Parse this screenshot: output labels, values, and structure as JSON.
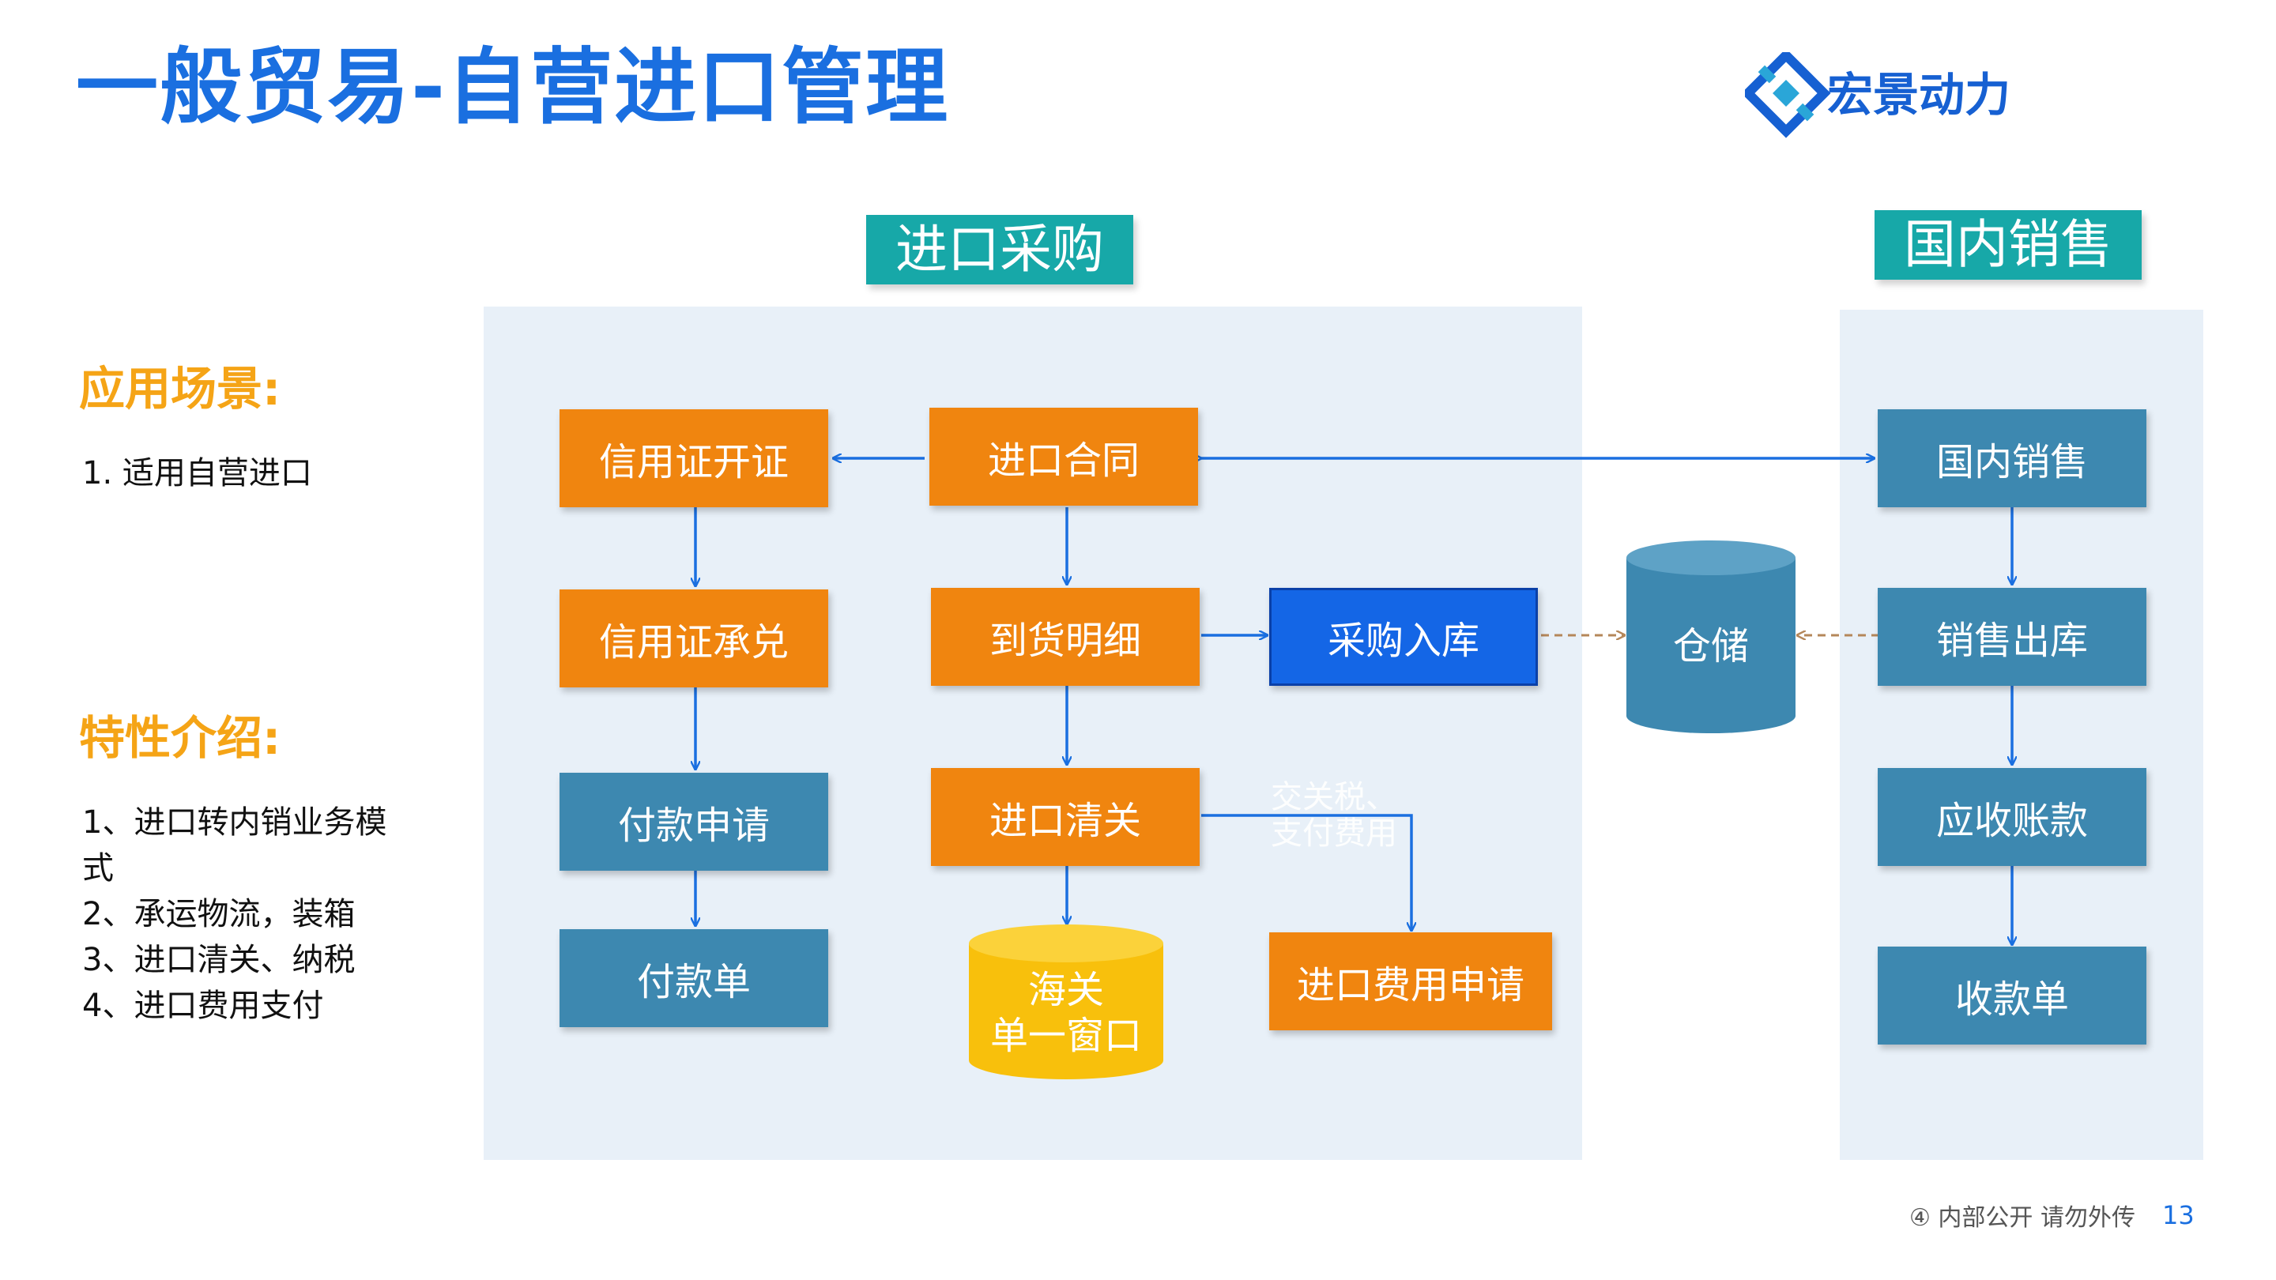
{
  "title": "一般贸易-自营进口管理",
  "logo": {
    "text": "宏景动力"
  },
  "sections": {
    "import": "进口采购",
    "domestic": "国内销售"
  },
  "left": {
    "scenario_heading": "应用场景:",
    "scenario_items": [
      "1. 适用自营进口"
    ],
    "feature_heading": "特性介绍:",
    "feature_items": [
      "1、进口转内销业务模",
      "式",
      "2、承运物流，装箱",
      "3、进口清关、纳税",
      "4、进口费用支付"
    ]
  },
  "nodes": {
    "lc_open": "信用证开证",
    "import_contract": "进口合同",
    "lc_accept": "信用证承兑",
    "arrival_detail": "到货明细",
    "purchase_inbound": "采购入库",
    "payment_request": "付款申请",
    "customs_clearance": "进口清关",
    "payment_doc": "付款单",
    "customs_window_1": "海关",
    "customs_window_2": "单一窗口",
    "import_fee_request": "进口费用申请",
    "warehouse": "仓储",
    "domestic_sales": "国内销售",
    "sales_outbound": "销售出库",
    "receivable": "应收账款",
    "receipt_doc": "收款单"
  },
  "edge_labels": {
    "tax_line1": "交关税、",
    "tax_line2": "支付费用"
  },
  "colors": {
    "title": "#1a6fe0",
    "orange": "#f0850f",
    "teal": "#3d88b0",
    "blue": "#1466e6",
    "section_header": "#17a8a8",
    "heading_accent": "#f5a416",
    "arrow": "#1a6fe0",
    "dashed_arrow": "#b5875a"
  },
  "footer": {
    "note": "④ 内部公开 请勿外传",
    "page": "13"
  }
}
